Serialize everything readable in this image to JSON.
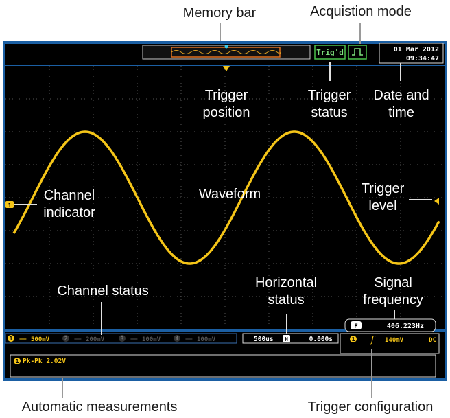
{
  "callouts": {
    "memory_bar": "Memory bar",
    "acquisition_mode": "Acquistion mode",
    "trigger_position": [
      "Trigger",
      "position"
    ],
    "trigger_status": [
      "Trigger",
      "status"
    ],
    "date_time": [
      "Date and",
      "time"
    ],
    "channel_indicator": [
      "Channel",
      "indicator"
    ],
    "waveform": "Waveform",
    "trigger_level": [
      "Trigger",
      "level"
    ],
    "channel_status": "Channel status",
    "horizontal_status": [
      "Horizontal",
      "status"
    ],
    "signal_frequency": [
      "Signal",
      "frequency"
    ],
    "automatic_measurements": "Automatic measurements",
    "trigger_configuration": "Trigger configuration"
  },
  "screen": {
    "trig_status": "Trig'd",
    "date": "01 Mar 2012",
    "time": "09:34:47",
    "frequency": "406.223Hz",
    "frequency_marker": "F",
    "channel_marker": "1",
    "channels": [
      {
        "id": "1",
        "coupling": "==",
        "scale": "500mV",
        "active": true
      },
      {
        "id": "2",
        "coupling": "==",
        "scale": "200mV",
        "active": false
      },
      {
        "id": "3",
        "coupling": "==",
        "scale": "100mV",
        "active": false
      },
      {
        "id": "4",
        "coupling": "==",
        "scale": "100mV",
        "active": false
      }
    ],
    "horizontal": {
      "timebase": "500us",
      "marker": "H",
      "position": "0.000s"
    },
    "trigger": {
      "source": "1",
      "slope": "f",
      "level": "140mV",
      "coupling": "DC"
    },
    "measurement": "Pk-Pk 2.02V",
    "colors": {
      "background": "#000000",
      "frame": "#1b5fa3",
      "trace": "#f5c518",
      "grid": "#555555"
    }
  }
}
